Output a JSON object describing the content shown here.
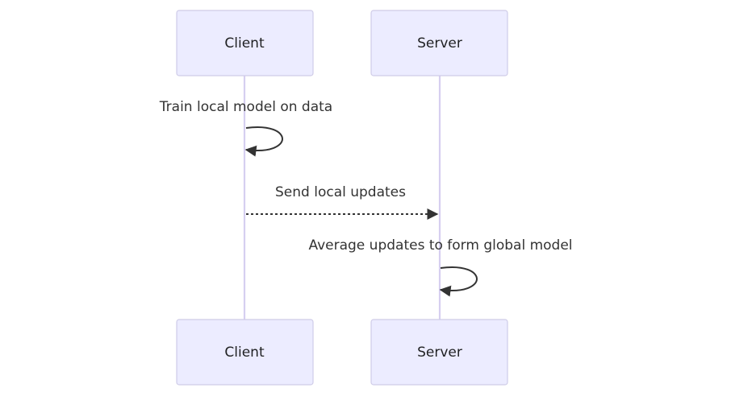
{
  "actors": [
    {
      "id": "client",
      "label": "Client"
    },
    {
      "id": "server",
      "label": "Server"
    }
  ],
  "messages": [
    {
      "from": "client",
      "to": "client",
      "text": "Train local model on data",
      "style": "solid"
    },
    {
      "from": "client",
      "to": "server",
      "text": "Send local updates",
      "style": "dashed"
    },
    {
      "from": "server",
      "to": "server",
      "text": "Average updates to form global model",
      "style": "solid"
    }
  ],
  "colors": {
    "actor_fill": "#ececff",
    "actor_stroke": "#cfcce8",
    "lifeline": "#d6cff0",
    "arrow": "#333333"
  }
}
